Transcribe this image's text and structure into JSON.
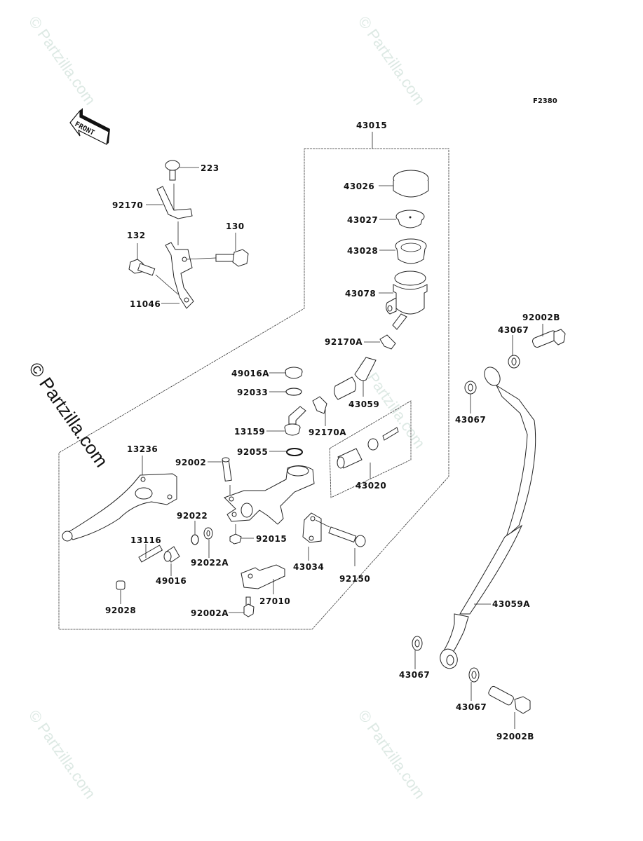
{
  "figure_code": "F2380",
  "front_arrow_text": "FRONT",
  "watermark": "© Partzilla.com",
  "group_labels": {
    "reservoir_assembly": "43015",
    "piston_kit": "43020"
  },
  "labels": {
    "l223": "223",
    "l92170": "92170",
    "l132": "132",
    "l130": "130",
    "l11046": "11046",
    "l43026": "43026",
    "l43027": "43027",
    "l43028": "43028",
    "l43078": "43078",
    "l92170A_1": "92170A",
    "l49016A": "49016A",
    "l92033": "92033",
    "l43059": "43059",
    "l13159": "13159",
    "l92170A_2": "92170A",
    "l92055": "92055",
    "l43020": "43020",
    "l13236": "13236",
    "l92002": "92002",
    "l92022": "92022",
    "l92022A": "92022A",
    "l92015": "92015",
    "l13116": "13116",
    "l49016": "49016",
    "l43034": "43034",
    "l92150": "92150",
    "l92028": "92028",
    "l27010": "27010",
    "l92002A": "92002A",
    "l92002B_1": "92002B",
    "l43067_1": "43067",
    "l43067_2": "43067",
    "l43059A": "43059A",
    "l43067_3": "43067",
    "l43067_4": "43067",
    "l92002B_2": "92002B"
  }
}
